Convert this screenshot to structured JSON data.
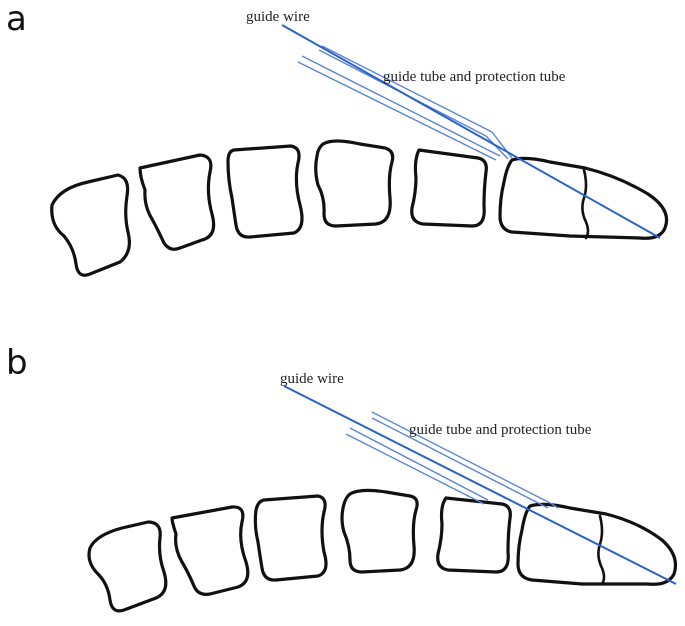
{
  "figure": {
    "panels": [
      {
        "letter": "a",
        "wire_label": "guide wire",
        "tube_label": "guide tube and protection tube"
      },
      {
        "letter": "b",
        "wire_label": "guide wire",
        "tube_label": "guide tube and protection tube"
      }
    ],
    "colors": {
      "wire": "#2a63c8",
      "tube": "#5b84d6",
      "bone": "#111111"
    }
  }
}
